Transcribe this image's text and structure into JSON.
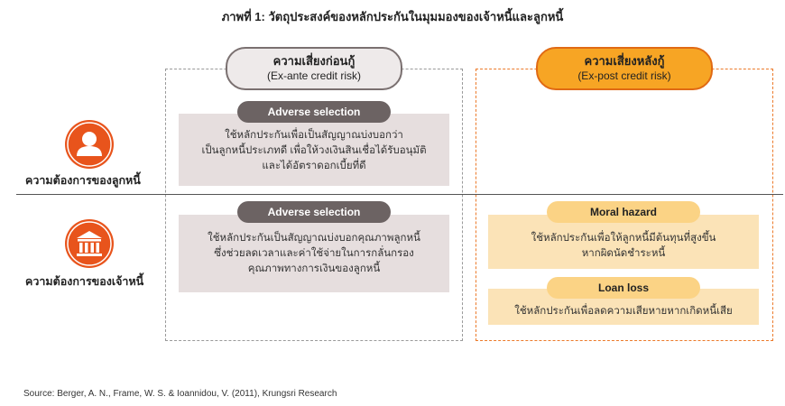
{
  "title": "ภาพที่ 1: วัตถุประสงค์ของหลักประกันในมุมมองของเจ้าหนี้และลูกหนี้",
  "columns": {
    "ex_ante": {
      "label": "ความเสี่ยงก่อนกู้",
      "sublabel": "(Ex-ante credit risk)"
    },
    "ex_post": {
      "label": "ความเสี่ยงหลังกู้",
      "sublabel": "(Ex-post credit risk)"
    }
  },
  "rows": {
    "borrower": {
      "label": "ความต้องการของลูกหนี้",
      "icon": "person-icon",
      "ex_ante": {
        "tag": "Adverse selection",
        "text": [
          "ใช้หลักประกันเพื่อเป็นสัญญาณบ่งบอกว่า",
          "เป็นลูกหนี้ประเภทดี เพื่อให้วงเงินสินเชื่อได้รับอนุมัติ",
          "และได้อัตราดอกเบี้ยที่ดี"
        ]
      }
    },
    "lender": {
      "label": "ความต้องการของเจ้าหนี้",
      "icon": "bank-icon",
      "ex_ante": {
        "tag": "Adverse selection",
        "text": [
          "ใช้หลักประกันเป็นสัญญาณบ่งบอกคุณภาพลูกหนี้",
          "ซึ่งช่วยลดเวลาและค่าใช้จ่ายในการกลั่นกรอง",
          "คุณภาพทางการเงินของลูกหนี้"
        ]
      },
      "ex_post": [
        {
          "tag": "Moral hazard",
          "text": [
            "ใช้หลักประกันเพื่อให้ลูกหนี้มีต้นทุนที่สูงขึ้น",
            "หากผิดนัดชำระหนี้"
          ]
        },
        {
          "tag": "Loan loss",
          "text": [
            "ใช้หลักประกันเพื่อลดความเสียหายหากเกิดหนี้เสีย"
          ]
        }
      ]
    }
  },
  "source": "Source: Berger, A. N., Frame, W. S. & Ioannidou, V. (2011), Krungsri Research",
  "colors": {
    "accent_orange": "#e8541c",
    "header_orange": "#f7a524",
    "tag_dark": "#6c6363",
    "box_grey": "#e6dede",
    "box_cream": "#fbe3b7"
  }
}
